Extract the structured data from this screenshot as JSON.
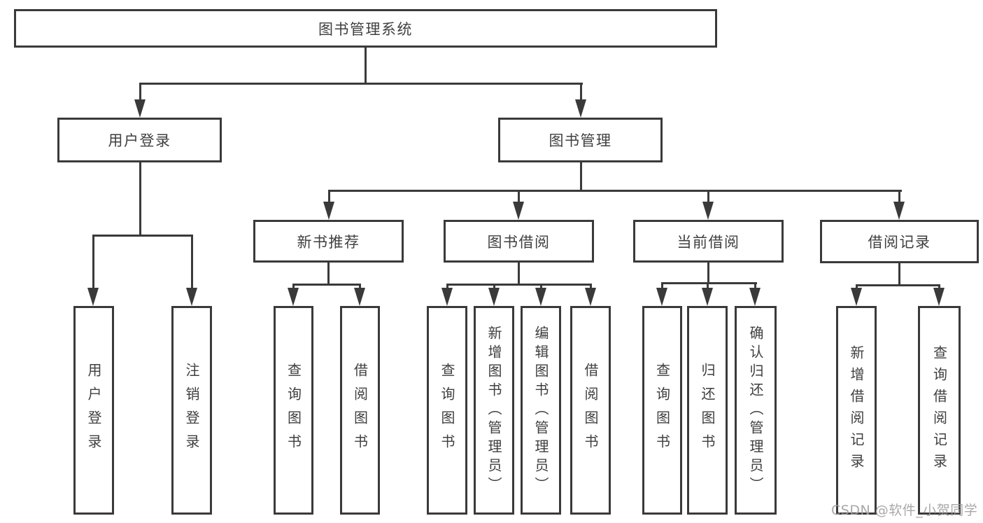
{
  "diagram": {
    "title": "图书管理系统",
    "level2": [
      {
        "label": "用户登录"
      },
      {
        "label": "图书管理"
      }
    ],
    "level3": [
      {
        "label": "新书推荐"
      },
      {
        "label": "图书借阅"
      },
      {
        "label": "当前借阅"
      },
      {
        "label": "借阅记录"
      }
    ],
    "leaves": [
      {
        "parent": "用户登录",
        "label": "用户登录"
      },
      {
        "parent": "用户登录",
        "label": "注销登录"
      },
      {
        "parent": "新书推荐",
        "label": "查询图书"
      },
      {
        "parent": "新书推荐",
        "label": "借阅图书"
      },
      {
        "parent": "图书借阅",
        "label": "查询图书"
      },
      {
        "parent": "图书借阅",
        "label": "新增图书（管理员）"
      },
      {
        "parent": "图书借阅",
        "label": "编辑图书（管理员）"
      },
      {
        "parent": "图书借阅",
        "label": "借阅图书"
      },
      {
        "parent": "当前借阅",
        "label": "查询图书"
      },
      {
        "parent": "当前借阅",
        "label": "归还图书"
      },
      {
        "parent": "当前借阅",
        "label": "确认归还（管理员）"
      },
      {
        "parent": "借阅记录",
        "label": "新增借阅记录"
      },
      {
        "parent": "借阅记录",
        "label": "查询借阅记录"
      }
    ]
  },
  "watermark": {
    "text": "CSDN @软件_小贺同学"
  },
  "colors": {
    "line": "#3a3a3a",
    "text": "#3f3f3f",
    "watermark": "#9e9e9e",
    "background": "#ffffff"
  }
}
